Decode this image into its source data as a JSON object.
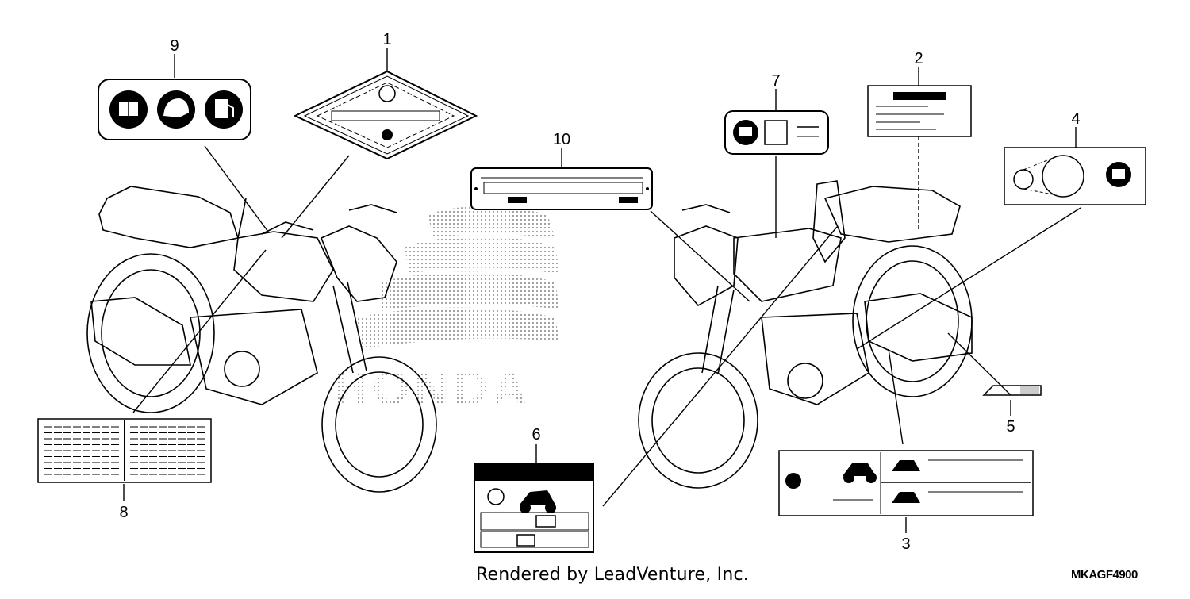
{
  "callouts": {
    "c1": "1",
    "c2": "2",
    "c3": "3",
    "c4": "4",
    "c5": "5",
    "c6": "6",
    "c7": "7",
    "c8": "8",
    "c9": "9",
    "c10": "10"
  },
  "footer": {
    "rendered_by": "Rendered by LeadVenture, Inc.",
    "diagram_code": "MKAGF4900"
  },
  "colors": {
    "line": "#000000",
    "background": "#ffffff",
    "halftone": "#c8c8c8"
  }
}
